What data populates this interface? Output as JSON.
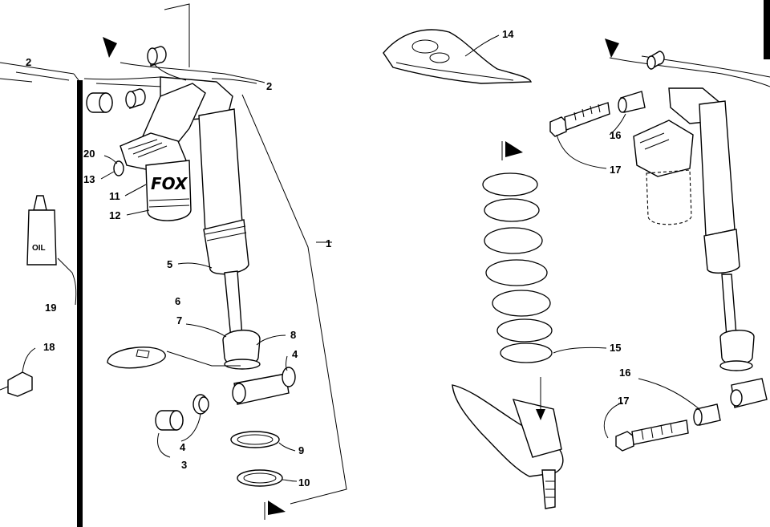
{
  "diagram": {
    "callouts": {
      "c1": "1",
      "c2a": "2",
      "c2b": "2",
      "c3": "3",
      "c4a": "4",
      "c4b": "4",
      "c5": "5",
      "c6": "6",
      "c7": "7",
      "c8": "8",
      "c9": "9",
      "c10": "10",
      "c11": "11",
      "c12": "12",
      "c13": "13",
      "c14": "14",
      "c15": "15",
      "c16a": "16",
      "c16b": "16",
      "c17a": "17",
      "c17b": "17",
      "c18": "18",
      "c19": "19",
      "c20": "20"
    },
    "oil_label": "OIL",
    "brand_mark": "FOX"
  }
}
